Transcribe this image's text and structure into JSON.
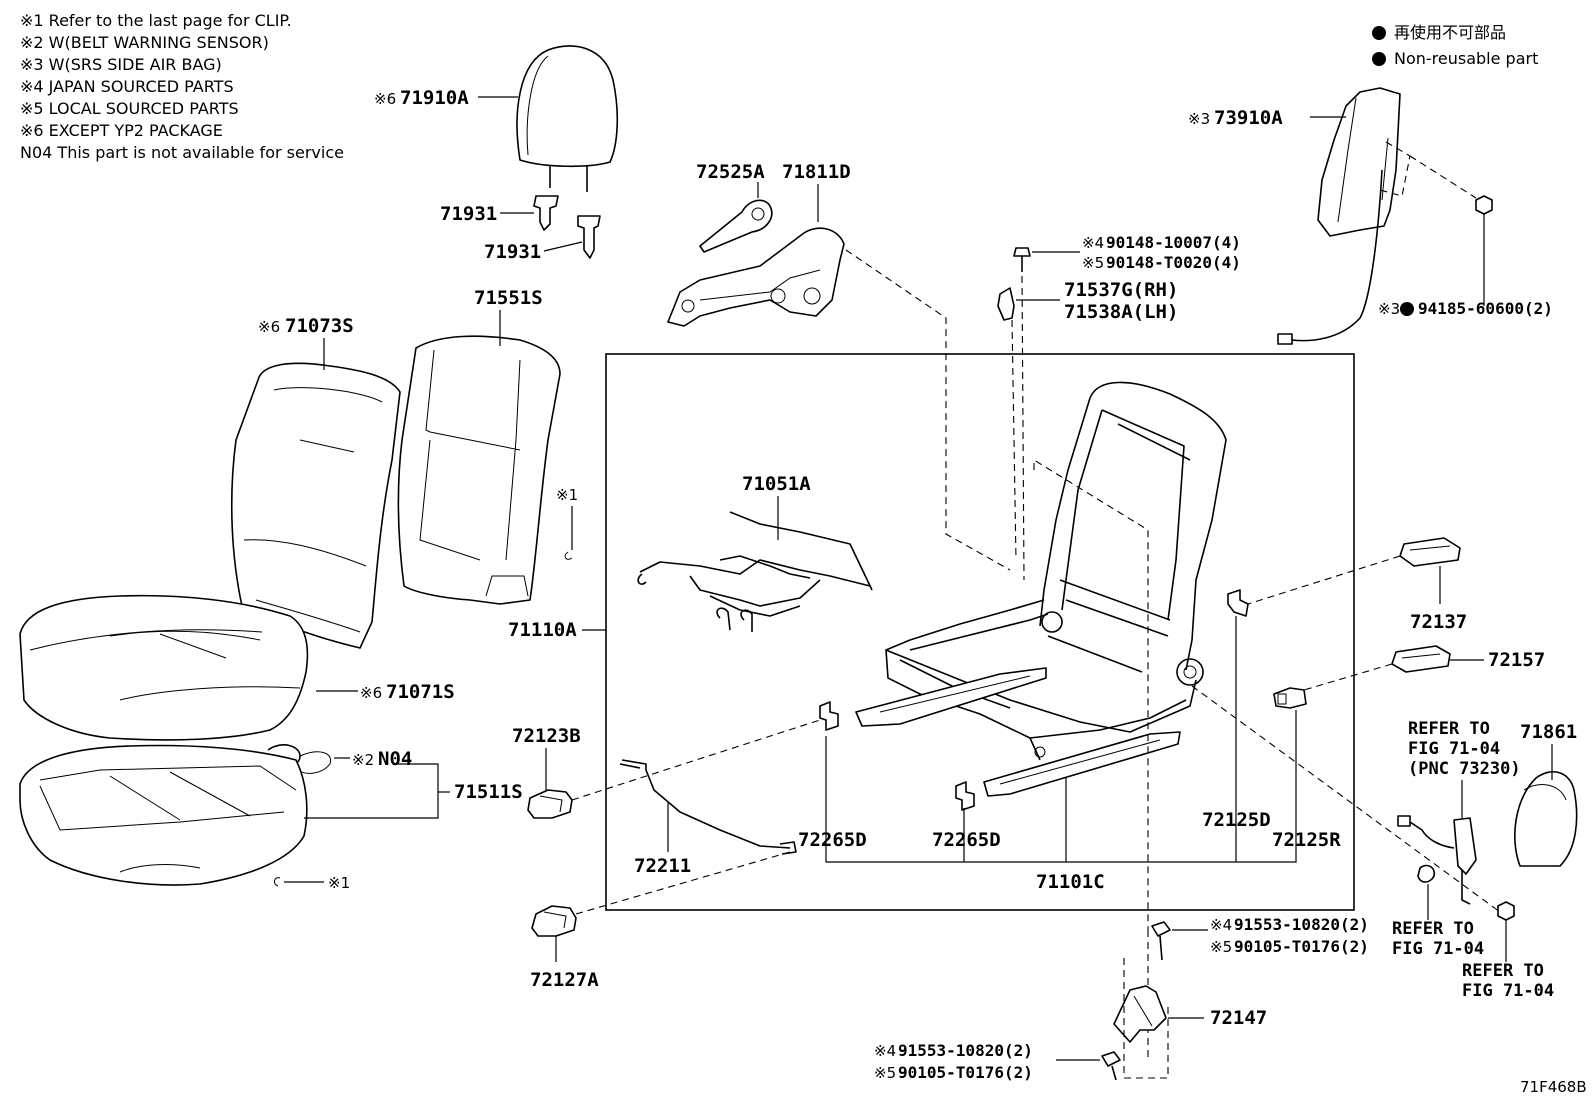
{
  "notes": [
    "※1 Refer to the last page for CLIP.",
    "※2 W(BELT WARNING SENSOR)",
    "※3 W(SRS SIDE AIR BAG)",
    "※4 JAPAN SOURCED PARTS",
    "※5 LOCAL SOURCED PARTS",
    "※6 EXCEPT YP2 PACKAGE",
    "N04 This part is not available for service"
  ],
  "legend": {
    "japanese": "再使用不可部品",
    "english": "Non-reusable part"
  },
  "figure_code": "71F468B",
  "parts": {
    "headrest": {
      "mark": "※6",
      "pn": "71910A"
    },
    "guide_1": {
      "pn": "71931"
    },
    "guide_2": {
      "pn": "71931"
    },
    "lever": {
      "pn": "72525A"
    },
    "shield": {
      "pn": "71811D"
    },
    "back_cover": {
      "mark": "※6",
      "pn": "71073S"
    },
    "back_pad": {
      "pn": "71551S"
    },
    "clip_back": {
      "mark": "※1"
    },
    "cushion_cover": {
      "mark": "※6",
      "pn": "71071S"
    },
    "sensor": {
      "mark": "※2",
      "pn": "N04"
    },
    "cushion_pad": {
      "pn": "71511S"
    },
    "clip_bottom": {
      "mark": "※1"
    },
    "frame_assy": {
      "pn": "71110A"
    },
    "spring": {
      "pn": "71051A"
    },
    "airbag": {
      "mark": "※3",
      "pn": "73910A"
    },
    "airbag_nut": {
      "mark": "※3",
      "pn": "94185-60600(2)"
    },
    "bolt_top_a": {
      "mark": "※4",
      "pn": "90148-10007(4)"
    },
    "bolt_top_b": {
      "mark": "※5",
      "pn": "90148-T0020(4)"
    },
    "clip_rh": {
      "pn": "71537G(RH)"
    },
    "clip_lh": {
      "pn": "71538A(LH)"
    },
    "cover_72137": {
      "pn": "72137"
    },
    "cover_72157": {
      "pn": "72157"
    },
    "cover_72123B": {
      "pn": "72123B"
    },
    "wire_72211": {
      "pn": "72211"
    },
    "clip_72265D_a": {
      "pn": "72265D"
    },
    "clip_72265D_b": {
      "pn": "72265D"
    },
    "clip_72125D": {
      "pn": "72125D"
    },
    "clip_72125R": {
      "pn": "72125R"
    },
    "adjuster": {
      "pn": "71101C"
    },
    "cover_72127A": {
      "pn": "72127A"
    },
    "belt_refer": {
      "line1": "REFER TO",
      "line2": "FIG 71-04",
      "line3": "(PNC 73230)"
    },
    "belt_cover": {
      "pn": "71861"
    },
    "refer_a": {
      "line1": "REFER TO",
      "line2": "FIG 71-04"
    },
    "refer_b": {
      "line1": "REFER TO",
      "line2": "FIG 71-04"
    },
    "bolt_mid_a": {
      "mark": "※4",
      "pn": "91553-10820(2)"
    },
    "bolt_mid_b": {
      "mark": "※5",
      "pn": "90105-T0176(2)"
    },
    "bracket": {
      "pn": "72147"
    },
    "bolt_bot_a": {
      "mark": "※4",
      "pn": "91553-10820(2)"
    },
    "bolt_bot_b": {
      "mark": "※5",
      "pn": "90105-T0176(2)"
    }
  }
}
